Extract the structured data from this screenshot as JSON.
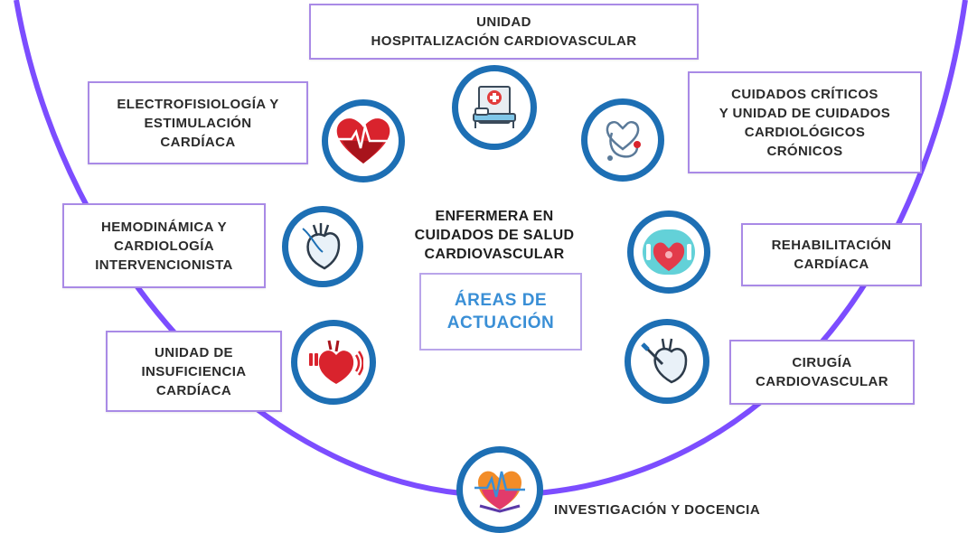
{
  "colors": {
    "arc": "#7c4dff",
    "circle_border": "#1d6fb4",
    "box_border": "#a98ae6",
    "areas_text": "#3a8fd6"
  },
  "center": {
    "title": "ENFERMERA EN\nCUIDADOS DE SALUD\nCARDIOVASCULAR",
    "areas_label": "ÁREAS DE\nACTUACIÓN"
  },
  "areas": [
    {
      "label": "UNIDAD\nHOSPITALIZACIÓN CARDIOVASCULAR",
      "icon": "hospital-bed-icon"
    },
    {
      "label": "ELECTROFISIOLOGÍA Y\nESTIMULACIÓN\nCARDÍACA",
      "icon": "heart-ecg-icon"
    },
    {
      "label": "CUIDADOS CRÍTICOS\nY UNIDAD DE CUIDADOS\nCARDIOLÓGICOS\nCRÓNICOS",
      "icon": "stethoscope-heart-icon"
    },
    {
      "label": "HEMODINÁMICA Y\nCARDIOLOGÍA\nINTERVENCIONISTA",
      "icon": "heart-catheter-icon"
    },
    {
      "label": "REHABILITACIÓN\nCARDÍACA",
      "icon": "heart-rehab-icon"
    },
    {
      "label": "UNIDAD DE\nINSUFICIENCIA\nCARDÍACA",
      "icon": "heart-failure-icon"
    },
    {
      "label": "CIRUGÍA\nCARDIOVASCULAR",
      "icon": "heart-surgery-icon"
    },
    {
      "label": "INVESTIGACIÓN Y DOCENCIA",
      "icon": "book-ecg-icon"
    }
  ]
}
